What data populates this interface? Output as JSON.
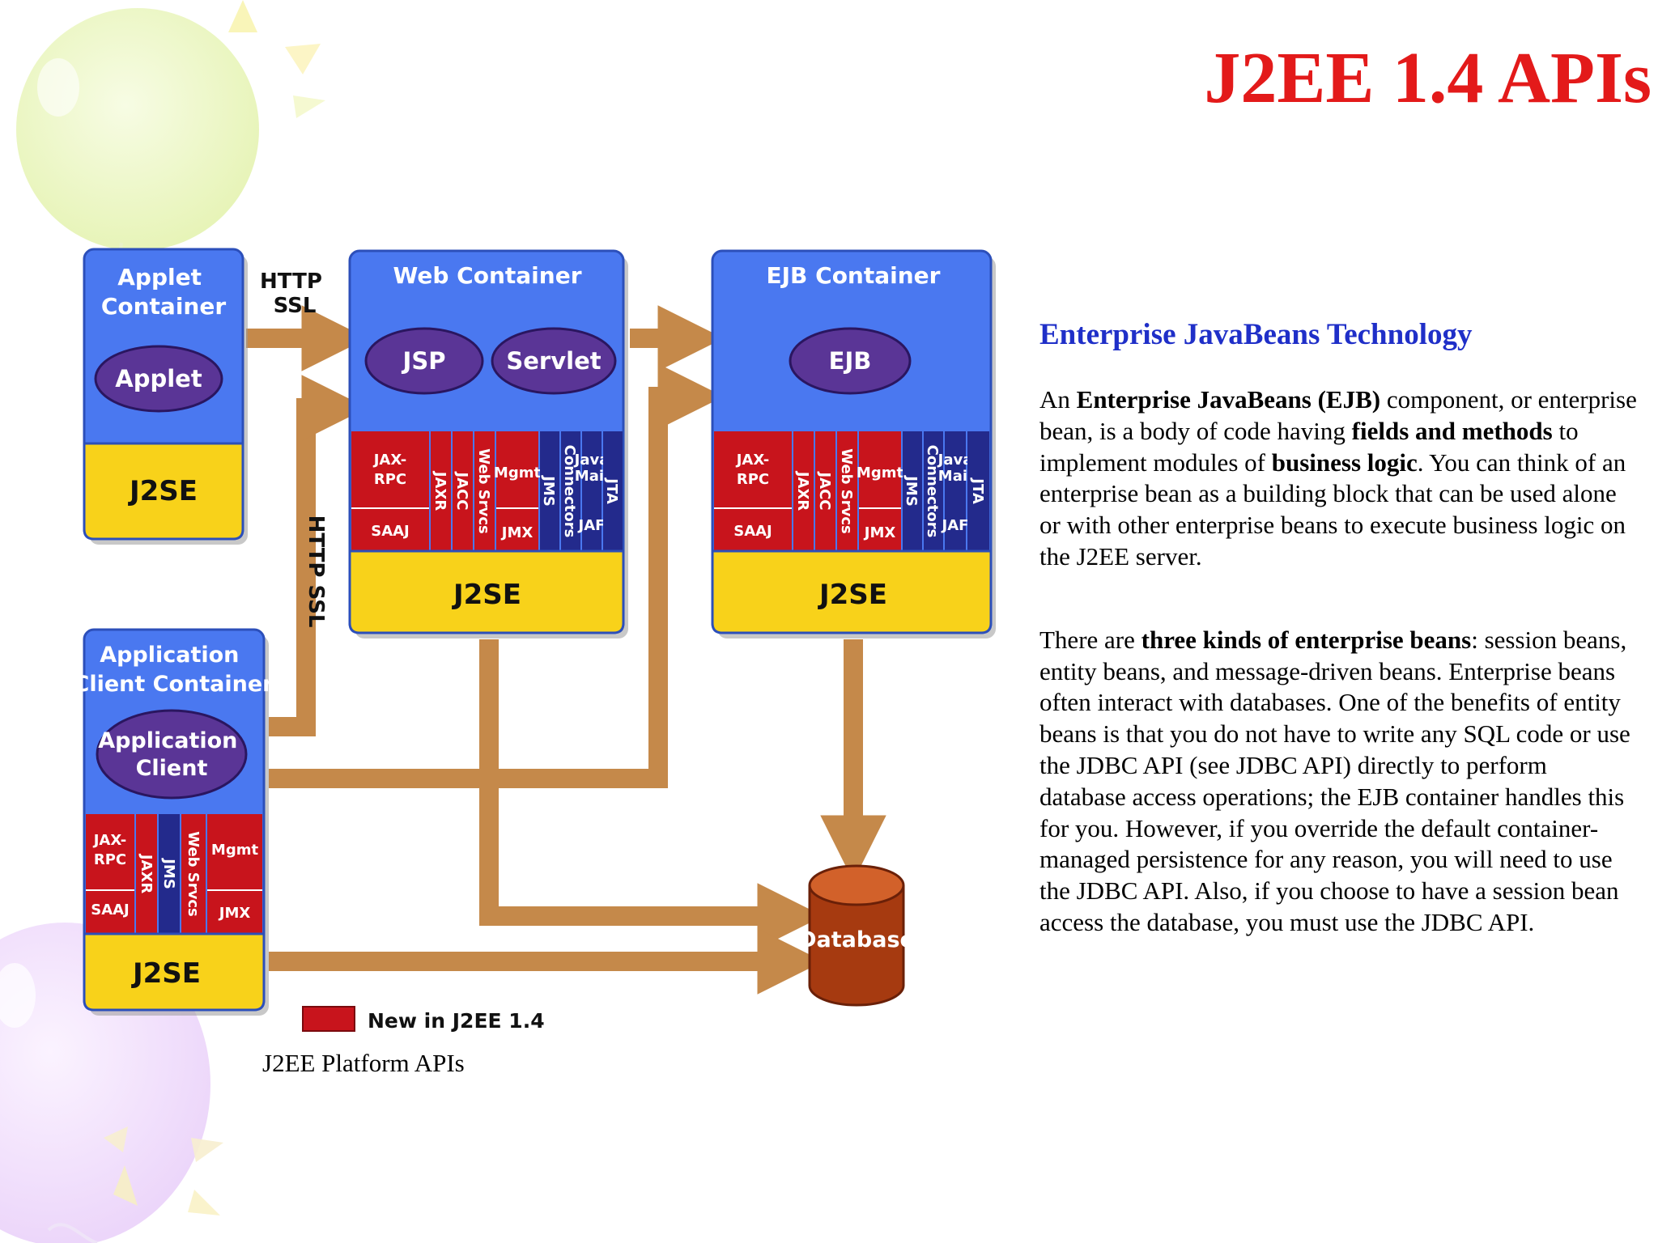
{
  "slide": {
    "title": "J2EE 1.4 APIs",
    "figure_caption": "J2EE Platform APIs"
  },
  "diagram": {
    "containers": {
      "applet": {
        "title_lines": [
          "Applet",
          "Container"
        ],
        "component": "Applet",
        "platform": "J2SE"
      },
      "web": {
        "title": "Web Container",
        "components": [
          "JSP",
          "Servlet"
        ],
        "platform": "J2SE",
        "apis": [
          "JAX-",
          "RPC",
          "SAAJ",
          "JAXR",
          "JACC",
          "Web Srvcs",
          "Mgmt",
          "JMX",
          "JMS",
          "Connectors",
          "Java",
          "Mail",
          "JAF",
          "JTA"
        ]
      },
      "ejb": {
        "title": "EJB Container",
        "components": [
          "EJB"
        ],
        "platform": "J2SE",
        "apis": [
          "JAX-",
          "RPC",
          "SAAJ",
          "JAXR",
          "JACC",
          "Web Srvcs",
          "Mgmt",
          "JMX",
          "JMS",
          "Connectors",
          "Java",
          "Mail",
          "JAF",
          "JTA"
        ]
      },
      "appclient": {
        "title_lines": [
          "Application",
          "Client Container"
        ],
        "component_lines": [
          "Application",
          "Client"
        ],
        "platform": "J2SE",
        "apis": [
          "JAX-",
          "RPC",
          "SAAJ",
          "JAXR",
          "JMS",
          "Web Srvcs",
          "Mgmt",
          "JMX"
        ]
      }
    },
    "protocols": {
      "top": [
        "HTTP",
        "SSL"
      ],
      "vertical": "HTTP SSL"
    },
    "database": "Database",
    "legend": "New in J2EE 1.4",
    "colors": {
      "container_blue": "#4a78f0",
      "j2se_yellow": "#f8d21a",
      "api_new_red": "#c8141c",
      "api_old_navy": "#232a8c",
      "arrow": "#c5894a",
      "pill_purple": "#5a3596",
      "database": "#a63a10"
    }
  },
  "text": {
    "heading": "Enterprise JavaBeans Technology",
    "para1": [
      {
        "t": "An ",
        "b": false
      },
      {
        "t": "Enterprise JavaBeans (EJB)",
        "b": true
      },
      {
        "t": " component, or enterprise bean, is a body of code having ",
        "b": false
      },
      {
        "t": "fields and methods",
        "b": true
      },
      {
        "t": " to implement modules of ",
        "b": false
      },
      {
        "t": "business logic",
        "b": true
      },
      {
        "t": ". You can think of an enterprise bean as a building block that can be used alone or with other enterprise beans to execute business logic on the J2EE server.",
        "b": false
      }
    ],
    "para2": [
      {
        "t": "There are ",
        "b": false
      },
      {
        "t": "three kinds of enterprise beans",
        "b": true
      },
      {
        "t": ": session beans, entity beans, and message-driven beans. Enterprise beans often interact with databases. One of the benefits of entity beans is that you do not have to write any SQL code or use the JDBC API (see JDBC API) directly to perform database access operations; the EJB container handles this for you. However, if you override the default container-managed persistence for any reason, you will need to use the JDBC API. Also, if you choose to have a session bean access the database, you must use the JDBC API.",
        "b": false
      }
    ]
  }
}
